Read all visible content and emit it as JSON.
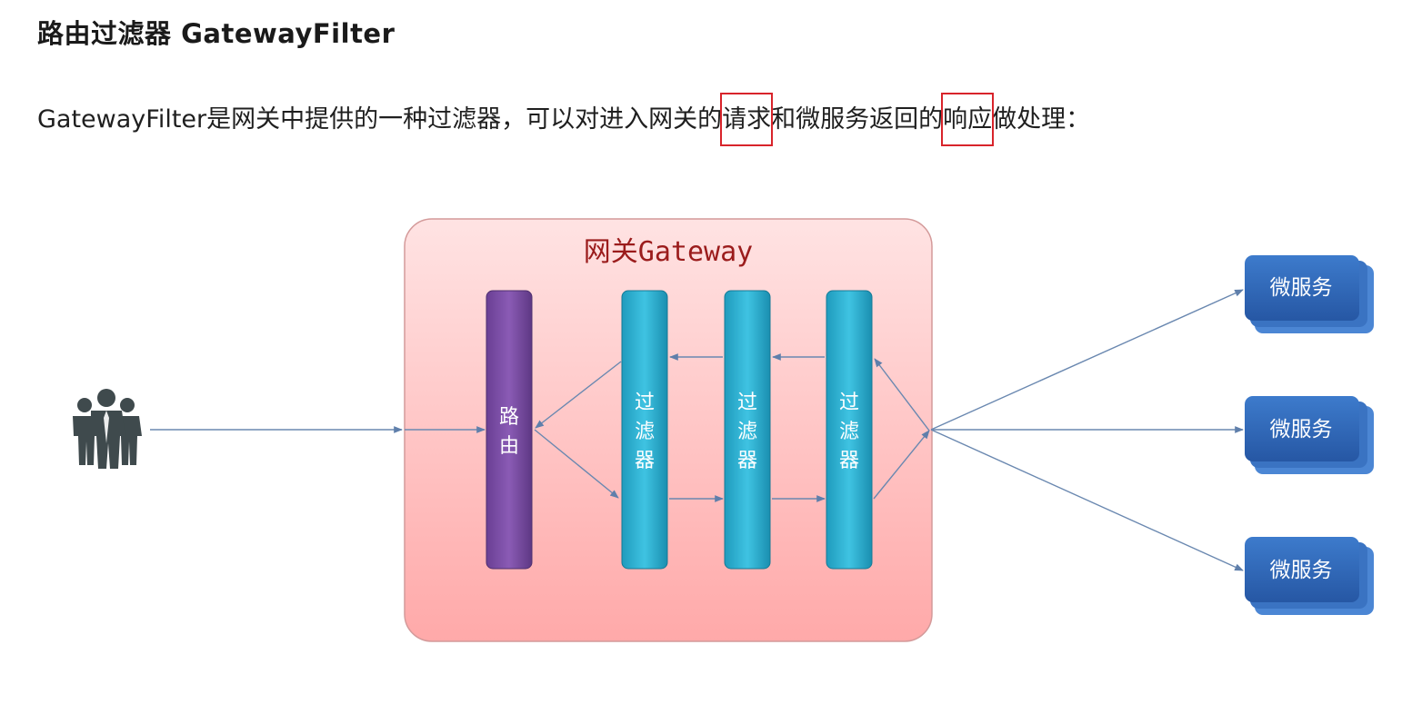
{
  "heading": "路由过滤器 GatewayFilter",
  "description": {
    "part1": "GatewayFilter是网关中提供的一种过滤器，可以对进入网关的",
    "highlight1": "请求",
    "part2": "和微服务返回的",
    "highlight2": "响应",
    "part3": "做处理："
  },
  "diagram": {
    "gateway_title": "网关Gateway",
    "router": [
      "路",
      "由"
    ],
    "filters": [
      [
        "过",
        "滤",
        "器"
      ],
      [
        "过",
        "滤",
        "器"
      ],
      [
        "过",
        "滤",
        "器"
      ]
    ],
    "services": [
      "微服务",
      "微服务",
      "微服务"
    ],
    "icons": {
      "users": "users-group-icon"
    },
    "colors": {
      "highlight_border": "#d8242b",
      "gateway_fill_top": "#ffe3e3",
      "gateway_fill_bottom": "#ffa9a9",
      "gateway_title": "#9b1c1c",
      "router": "#7a4fa3",
      "filter": "#2ab0d0",
      "service": "#2f68b8",
      "arrow": "#6a88b0",
      "users_icon": "#3f4a4d"
    }
  }
}
